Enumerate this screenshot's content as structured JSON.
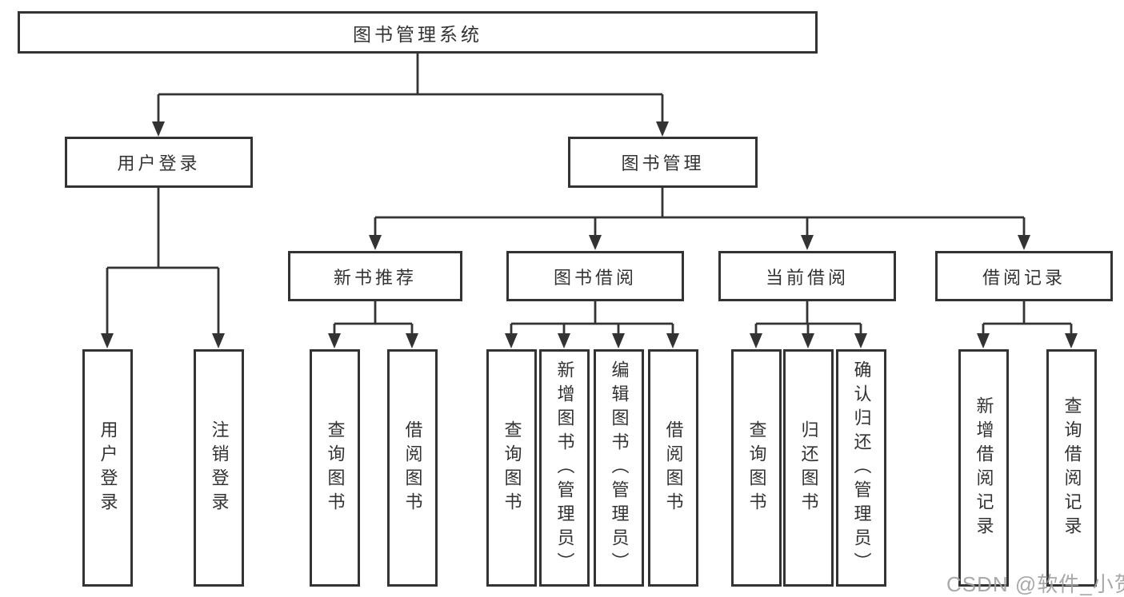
{
  "tree": {
    "label": "图书管理系统",
    "children": [
      {
        "label": "用户登录",
        "children": [
          {
            "label": "用户登录"
          },
          {
            "label": "注销登录"
          }
        ]
      },
      {
        "label": "图书管理",
        "children": [
          {
            "label": "新书推荐",
            "children": [
              {
                "label": "查询图书"
              },
              {
                "label": "借阅图书"
              }
            ]
          },
          {
            "label": "图书借阅",
            "children": [
              {
                "label": "查询图书"
              },
              {
                "label": "新增图书（管理员）"
              },
              {
                "label": "编辑图书（管理员）"
              },
              {
                "label": "借阅图书"
              }
            ]
          },
          {
            "label": "当前借阅",
            "children": [
              {
                "label": "查询图书"
              },
              {
                "label": "归还图书"
              },
              {
                "label": "确认归还（管理员）"
              }
            ]
          },
          {
            "label": "借阅记录",
            "children": [
              {
                "label": "新增借阅记录"
              },
              {
                "label": "查询借阅记录"
              }
            ]
          }
        ]
      }
    ]
  },
  "watermark": {
    "text": "CSDN @软件_小贺同学",
    "color": "#a0a0a0"
  },
  "colors": {
    "line": "#333333",
    "box_border": "#333333",
    "text": "#333333",
    "background": "#ffffff"
  }
}
